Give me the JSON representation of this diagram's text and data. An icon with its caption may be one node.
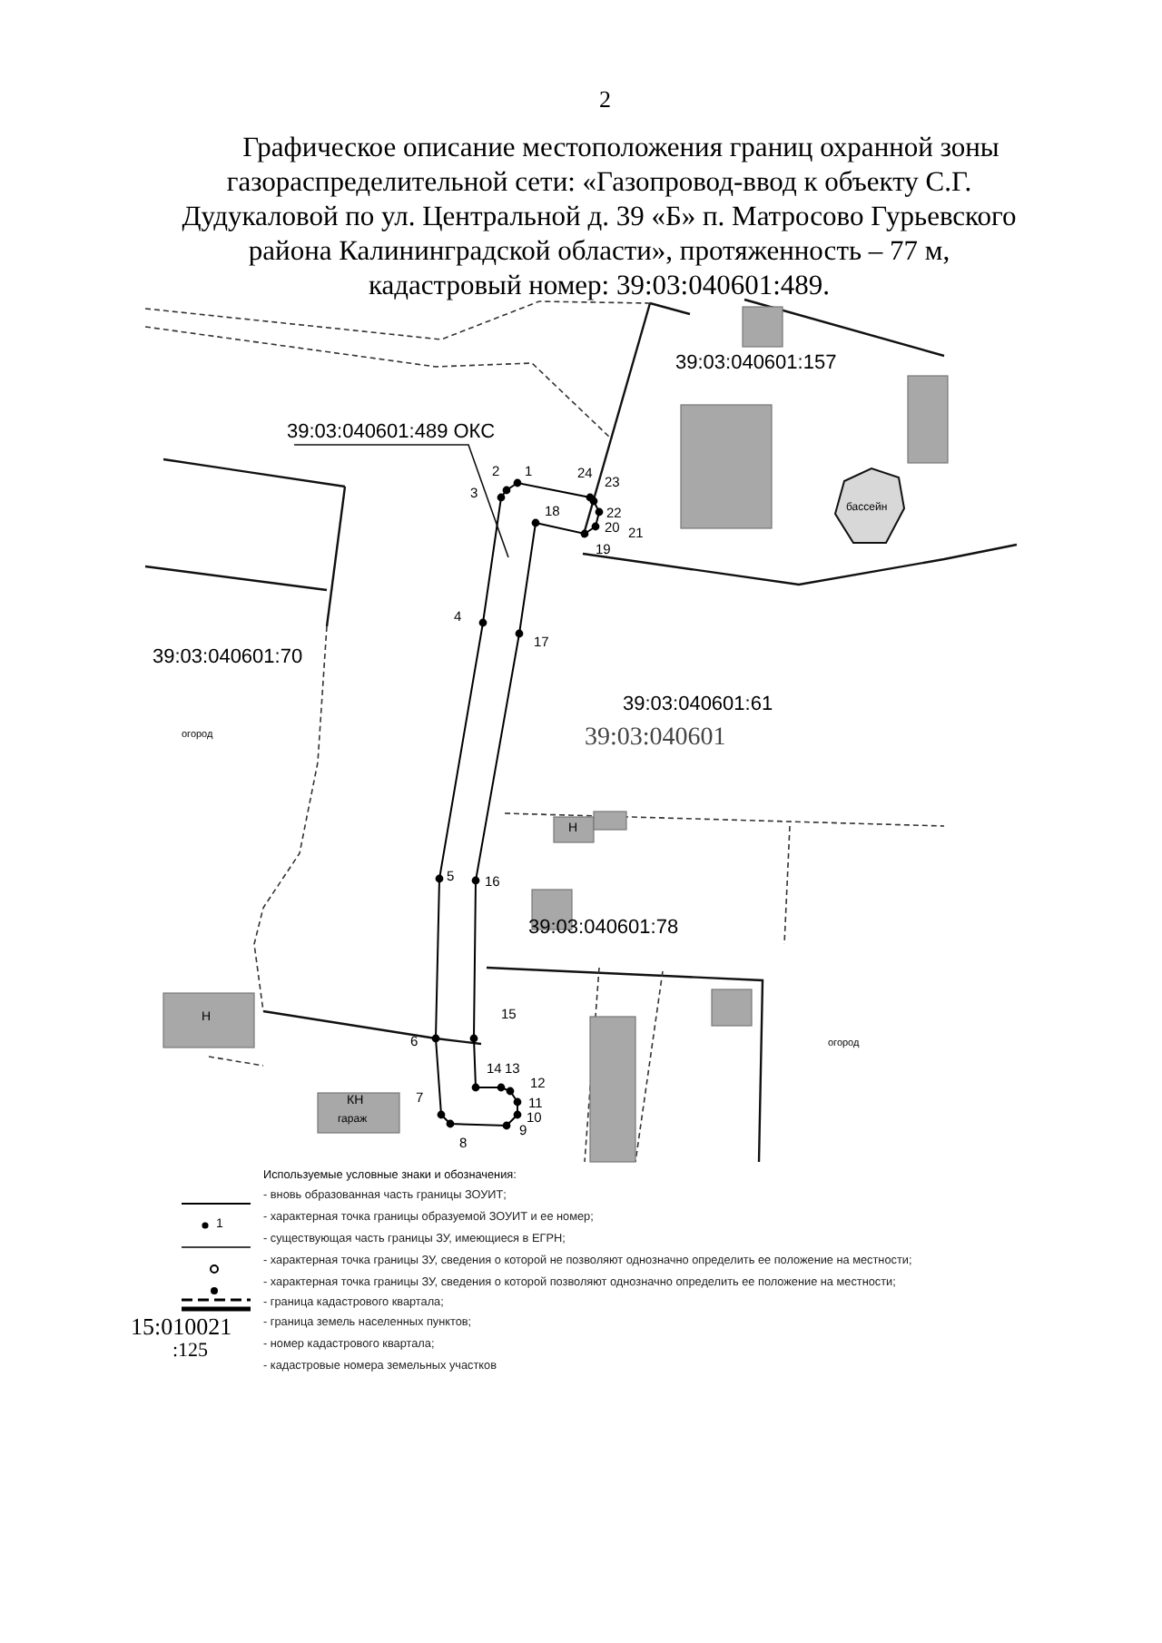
{
  "diagram": {
    "title": "Графическое описание местоположения границ охранной зоны газораспределительной сети: «Газопровод-ввод к объекту С.Г. Дудукаловой по ул. Центральной д. 39 «Б» п. Матросово Гурьевского района Калининградской области», протяженность – 77 м, кадастровый номер: 39:03:040601:489.",
    "nodes": [
      {
        "text": [
          "39:03:040601:489 ОКС"
        ]
      },
      {
        "text": [],
        "shape": "polygon"
      }
    ],
    "edges": [
      {
        "from": 0,
        "to": 1,
        "arrow": "none"
      }
    ],
    "labels": [
      "2",
      "39:03:040601:157",
      "2",
      "1",
      "24",
      "3",
      "23",
      "бассейн",
      "18",
      "22",
      "20",
      "21",
      "19",
      "4",
      "39:03:040601:70",
      "17",
      "39:03:040601:61",
      "огород",
      "39:03:040601",
      "Н",
      "5",
      "16",
      "39:03:040601:78",
      "Н",
      "15",
      "6",
      "огород",
      "14",
      "13",
      "12",
      "КН",
      "7",
      "11",
      "гараж",
      "10",
      "9",
      "8",
      "Используемые условные знаки и обозначения:",
      "1",
      "15:010021",
      ":125"
    ],
    "legend": [
      {
        "text": "- вновь образованная часть границы ЗОУИТ;"
      },
      {
        "text": "- характерная точка границы образуемой ЗОУИТ и ее номер;"
      },
      {
        "text": "- существующая часть границы ЗУ, имеющиеся в ЕГРН;"
      },
      {
        "text": "- характерная точка границы ЗУ, сведения о которой не позволяют однозначно определить ее положение на местности;"
      },
      {
        "text": "- характерная точка границы ЗУ, сведения о которой позволяют однозначно определить ее положение на местности;"
      },
      {
        "text": "- граница кадастрового квартала;"
      },
      {
        "text": "- граница земель населенных пунктов;"
      },
      {
        "text": "- номер кадастрового квартала;"
      },
      {
        "text": "- кадастровые номера земельных участков"
      }
    ]
  }
}
